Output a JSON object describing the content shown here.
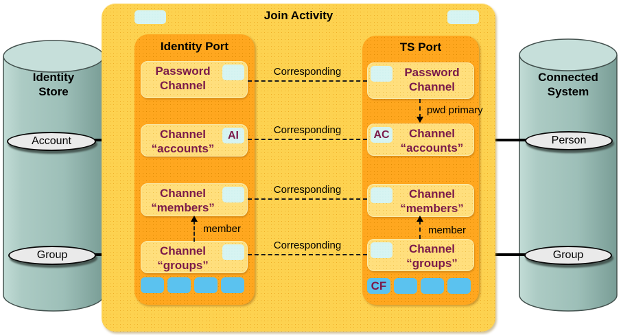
{
  "diagram_title": "Join Activity",
  "identity_store": {
    "title": "Identity\nStore",
    "title_line1": "Identity",
    "title_line2": "Store",
    "top_entity": "Account",
    "bottom_entity": "Group"
  },
  "connected_system": {
    "title_line1": "Connected",
    "title_line2": "System",
    "top_entity": "Person",
    "bottom_entity": "Group"
  },
  "identity_port": {
    "title": "Identity Port",
    "channels": [
      {
        "line1": "Password",
        "line2": "Channel",
        "badge": ""
      },
      {
        "line1": "Channel",
        "line2": "“accounts”",
        "badge": "AI"
      },
      {
        "line1": "Channel",
        "line2": "“members”",
        "badge": ""
      },
      {
        "line1": "Channel",
        "line2": "“groups”",
        "badge": ""
      }
    ]
  },
  "ts_port": {
    "title": "TS Port",
    "channels": [
      {
        "line1": "Password",
        "line2": "Channel",
        "badge": ""
      },
      {
        "line1": "Channel",
        "line2": "“accounts”",
        "badge": "AC"
      },
      {
        "line1": "Channel",
        "line2": "“members”",
        "badge": ""
      },
      {
        "line1": "Channel",
        "line2": "“groups”",
        "badge": ""
      }
    ],
    "connector_badge": "CF"
  },
  "connections": {
    "corresponding_labels": [
      "Corresponding",
      "Corresponding",
      "Corresponding",
      "Corresponding"
    ],
    "member_label_left": "member",
    "member_label_right": "member",
    "pwd_primary_label": "pwd primary"
  },
  "colors": {
    "container_yellow": "#FBCE4C",
    "port_orange": "#F9A11E",
    "channel_yellow": "#FCDC74",
    "tab_pale_blue": "#D6F3F2",
    "connector_blue": "#5BC2EF",
    "channel_text_maroon": "#7B1A4A",
    "cylinder_teal": "#9DBFB8",
    "entity_gray": "#EAEAEA"
  }
}
